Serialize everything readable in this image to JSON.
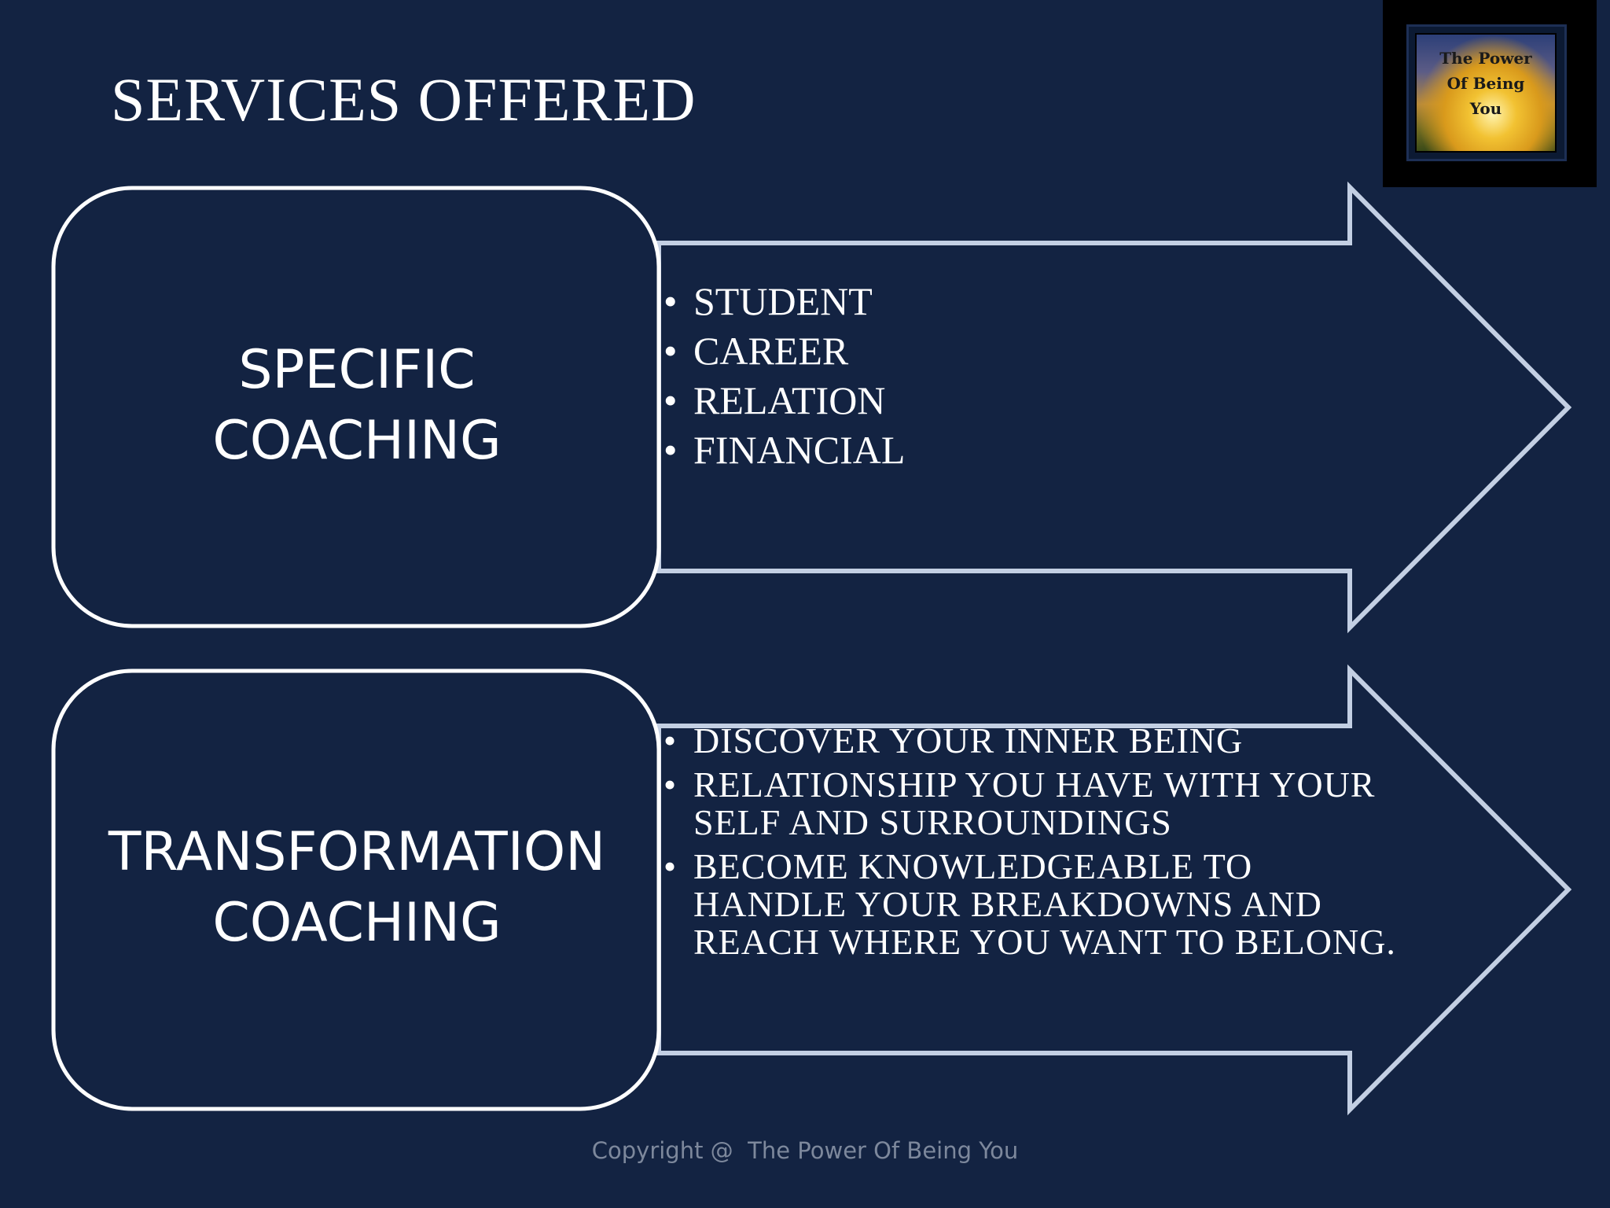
{
  "slide": {
    "title": "SERVICES OFFERED",
    "footer": "Copyright @  The Power Of Being You"
  },
  "logo": {
    "line1": "The Power",
    "line2": "Of Being",
    "line3": "You"
  },
  "specific": {
    "line1": "SPECIFIC",
    "line2": "COACHING",
    "bullets": [
      "STUDENT",
      "CAREER",
      "RELATION",
      "FINANCIAL"
    ]
  },
  "transformation": {
    "line1": "TRANSFORMATION",
    "line2": "COACHING",
    "bullets": [
      "DISCOVER YOUR INNER BEING",
      "RELATIONSHIP YOU HAVE WITH YOUR SELF AND SURROUNDINGS",
      "BECOME KNOWLEDGEABLE TO HANDLE YOUR BREAKDOWNS AND REACH WHERE YOU WANT TO BELONG."
    ]
  },
  "colors": {
    "background": "#132342",
    "arrow_outline": "#c3cfe3",
    "box_outline": "#ffffff",
    "text": "#ffffff",
    "footer_text": "#7d889c"
  }
}
